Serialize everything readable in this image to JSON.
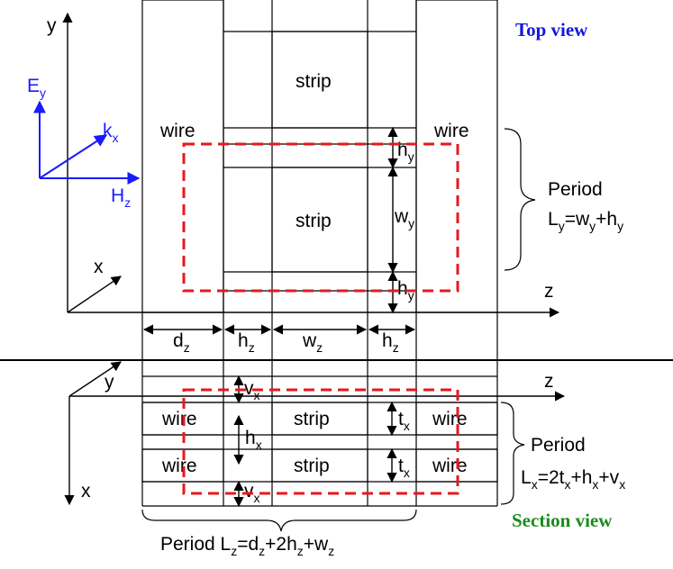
{
  "titles": {
    "top": "Top view",
    "section": "Section view"
  },
  "axes_top": {
    "y": "y",
    "x": "x",
    "z": "z"
  },
  "fields": {
    "E": "E",
    "E_sub": "y",
    "k": "k",
    "k_sub": "x",
    "H": "H",
    "H_sub": "z"
  },
  "top": {
    "wire": "wire",
    "strip": "strip",
    "h": "h",
    "h_sub": "y",
    "w": "w",
    "w_sub": "y",
    "period": "Period",
    "Ly_L": "L",
    "Ly_sub": "y",
    "Ly_eq1": "=w",
    "Ly_sub2": "y",
    "Ly_plus": "+h",
    "Ly_sub3": "y"
  },
  "dims": {
    "d": "d",
    "d_sub": "z",
    "h": "h",
    "h_sub": "z",
    "w": "w",
    "w_sub": "z"
  },
  "axes_section": {
    "y": "y",
    "x": "x",
    "z": "z"
  },
  "section": {
    "wire": "wire",
    "strip": "strip",
    "v": "v",
    "v_sub": "x",
    "h": "h",
    "h_sub": "x",
    "t": "t",
    "t_sub": "x",
    "period": "Period",
    "Lx_L": "L",
    "Lx_sub": "x",
    "Lx_eq": "=2t",
    "Lx_sub2": "x",
    "Lx_plus1": "+h",
    "Lx_sub3": "x",
    "Lx_plus2": "+v",
    "Lx_sub4": "x"
  },
  "bottom_period": {
    "text": "Period L",
    "sub1": "z",
    "eq": "=d",
    "sub2": "z",
    "plus1": "+2h",
    "sub3": "z",
    "plus2": "+w",
    "sub4": "z"
  }
}
